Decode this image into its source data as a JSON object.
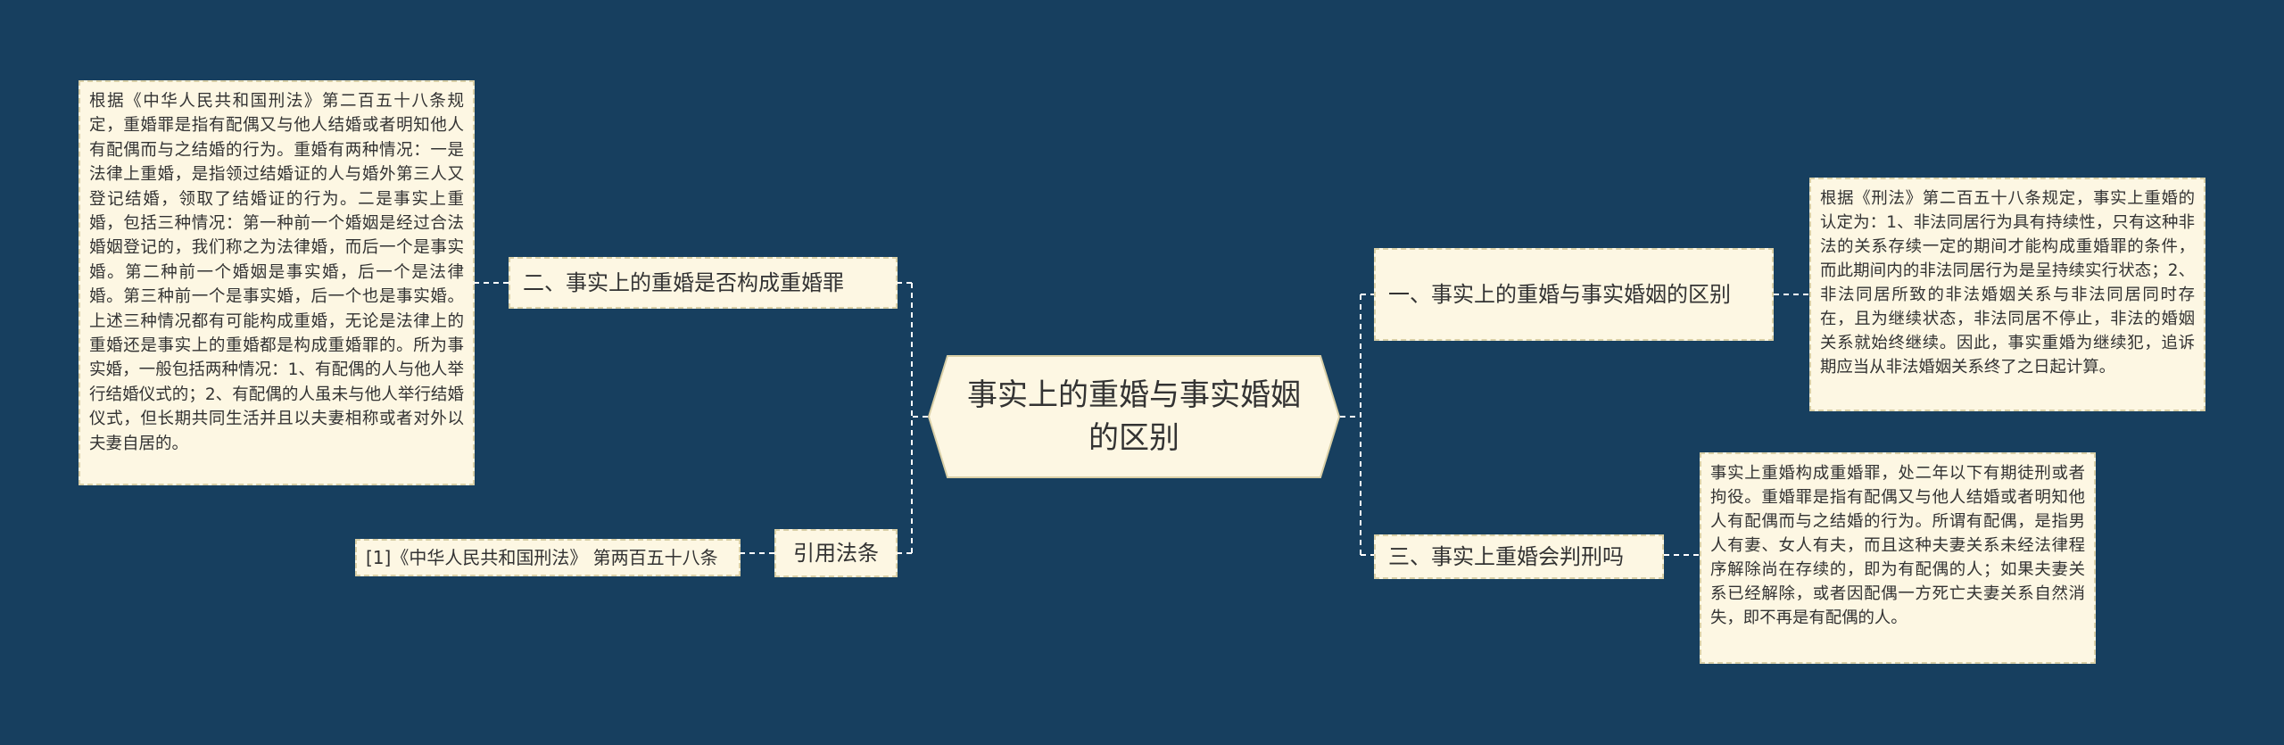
{
  "center": {
    "title": "事实上的重婚与事实婚姻的区别"
  },
  "branches": {
    "b1": {
      "label": "一、事实上的重婚与事实婚姻的区别"
    },
    "b2": {
      "label": "二、事实上的重婚是否构成重婚罪"
    },
    "b3": {
      "label": "三、事实上重婚会判刑吗"
    },
    "b4": {
      "label": "引用法条"
    }
  },
  "leaves": {
    "l1": {
      "text": "根据《刑法》第二百五十八条规定，事实上重婚的认定为：1、非法同居行为具有持续性，只有这种非法的关系存续一定的期间才能构成重婚罪的条件，而此期间内的非法同居行为是呈持续实行状态；2、非法同居所致的非法婚姻关系与非法同居同时存在，且为继续状态，非法同居不停止，非法的婚姻关系就始终继续。因此，事实重婚为继续犯，追诉期应当从非法婚姻关系终了之日起计算。"
    },
    "l2": {
      "text": "根据《中华人民共和国刑法》第二百五十八条规定，重婚罪是指有配偶又与他人结婚或者明知他人有配偶而与之结婚的行为。重婚有两种情况：一是法律上重婚，是指领过结婚证的人与婚外第三人又登记结婚，领取了结婚证的行为。二是事实上重婚，包括三种情况：第一种前一个婚姻是经过合法婚姻登记的，我们称之为法律婚，而后一个是事实婚。第二种前一个婚姻是事实婚，后一个是法律婚。第三种前一个是事实婚，后一个也是事实婚。上述三种情况都有可能构成重婚，无论是法律上的重婚还是事实上的重婚都是构成重婚罪的。所为事实婚，一般包括两种情况：1、有配偶的人与他人举行结婚仪式的；2、有配偶的人虽未与他人举行结婚仪式，但长期共同生活并且以夫妻相称或者对外以夫妻自居的。"
    },
    "l3": {
      "text": "事实上重婚构成重婚罪，处二年以下有期徒刑或者拘役。重婚罪是指有配偶又与他人结婚或者明知他人有配偶而与之结婚的行为。所谓有配偶，是指男人有妻、女人有夫，而且这种夫妻关系未经法律程序解除尚在存续的，即为有配偶的人；如果夫妻关系已经解除，或者因配偶一方死亡夫妻关系自然消失，即不再是有配偶的人。"
    },
    "l4": {
      "text": "[1]《中华人民共和国刑法》 第两百五十八条"
    }
  },
  "colors": {
    "background": "#173f5f",
    "node_fill": "#fdf7e3",
    "connector": "#ffffff",
    "node_border": "#d9cfa6"
  }
}
